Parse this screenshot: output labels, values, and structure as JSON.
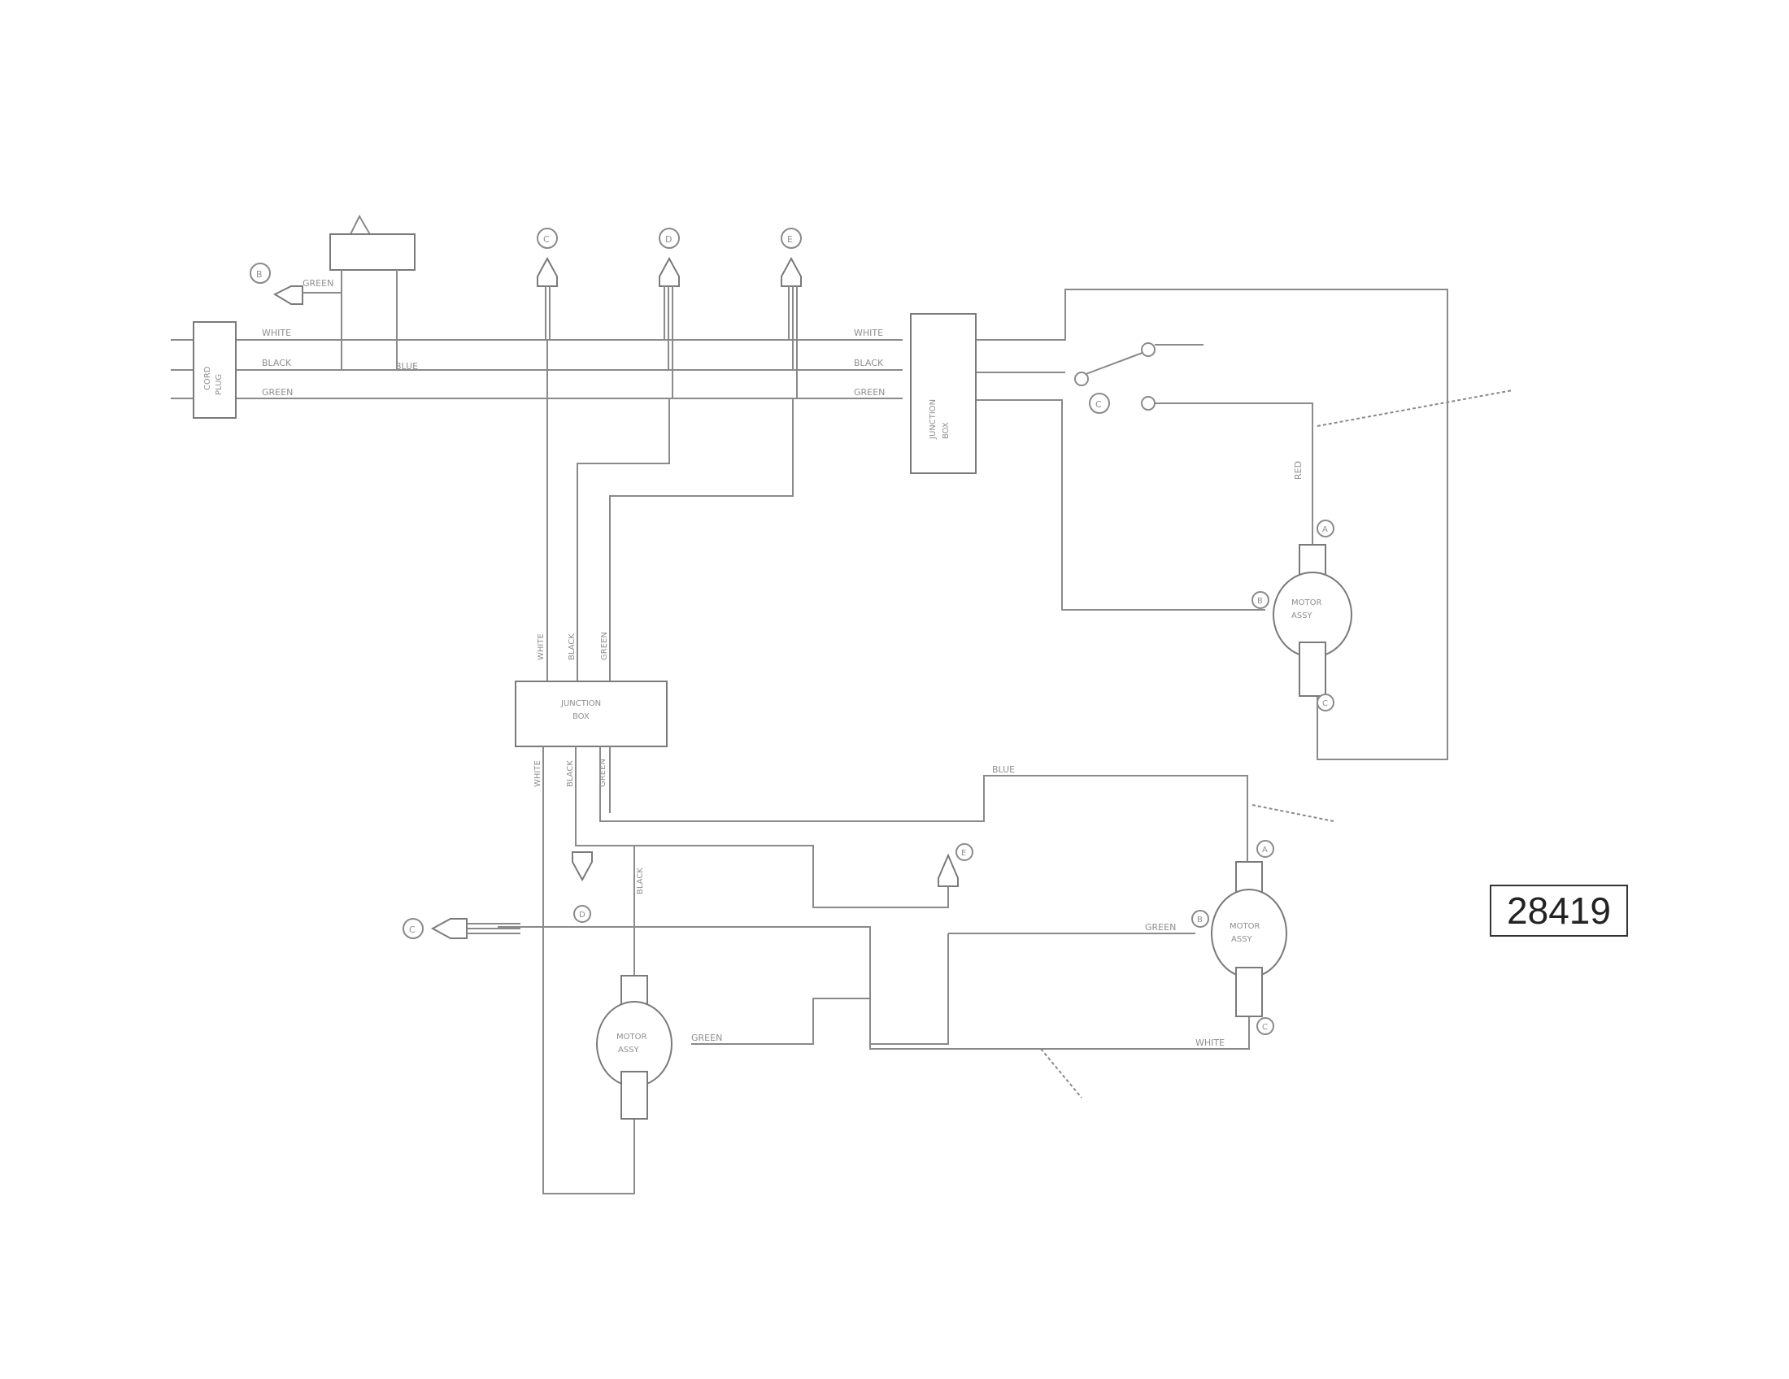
{
  "diagram": {
    "reference_number": "28419",
    "wire_labels": {
      "white": "WHITE",
      "black": "BLACK",
      "green": "GREEN",
      "blue": "BLUE",
      "red": "RED"
    },
    "connector_letters": {
      "b": "B",
      "c": "C",
      "d": "D",
      "e": "E"
    },
    "motor_terminal_letters": {
      "a": "A",
      "b": "B",
      "c": "C"
    }
  },
  "colors": {
    "line": "#8a8a8a",
    "text": "#8f8f8f",
    "reference_border": "#333333"
  }
}
